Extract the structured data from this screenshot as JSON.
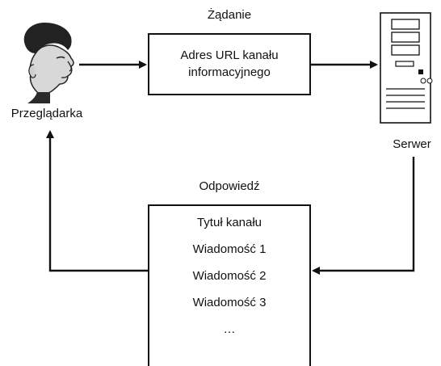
{
  "diagram": {
    "request_label": "Żądanie",
    "request_box_lines": [
      "Adres URL kanału",
      "informacyjnego"
    ],
    "browser_label": "Przeglądarka",
    "server_label": "Serwer",
    "response_label": "Odpowiedź",
    "response_items": [
      "Tytuł kanału",
      "Wiadomość 1",
      "Wiadomość 2",
      "Wiadomość 3",
      "…"
    ]
  }
}
